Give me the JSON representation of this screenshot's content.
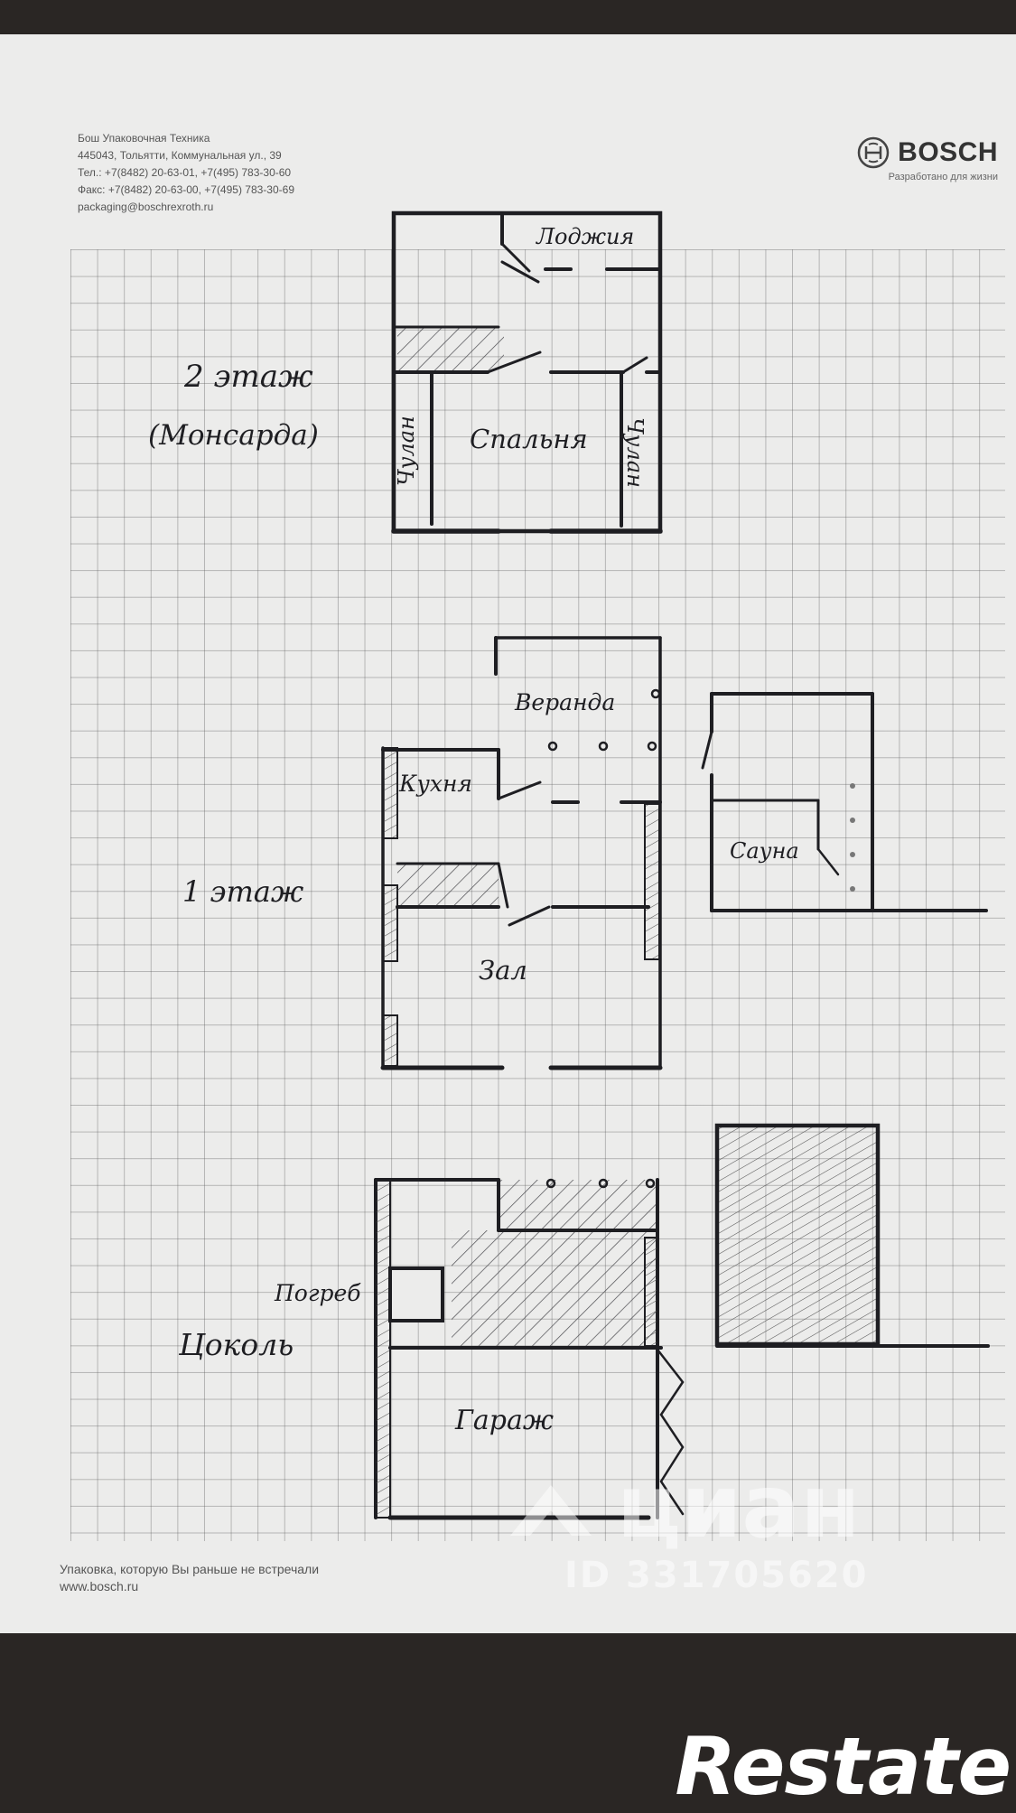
{
  "header": {
    "company": "Бош Упаковочная Техника",
    "address": "445043, Тольятти, Коммунальная ул., 39",
    "phone": "Тел.: +7(8482) 20-63-01, +7(495) 783-30-60",
    "fax": "Факс: +7(8482) 20-63-00, +7(495) 783-30-69",
    "email": "packaging@boschrexroth.ru"
  },
  "brand": {
    "name": "BOSCH",
    "tagline": "Разработано для жизни"
  },
  "footer": {
    "line1": "Упаковка, которую Вы раньше не встречали",
    "line2": "www.bosch.ru"
  },
  "floors": {
    "second": {
      "title": "2 этаж",
      "subtitle": "(Монсарда)"
    },
    "first": {
      "title": "1 этаж"
    },
    "basement": {
      "title": "Цоколь"
    }
  },
  "rooms": {
    "loggia": "Лоджия",
    "bedroom": "Спальня",
    "closet_left": "Чулан",
    "closet_right": "Чулан",
    "veranda": "Веранда",
    "kitchen": "Кухня",
    "sauna": "Сауна",
    "hall": "Зал",
    "cellar": "Погреб",
    "garage": "Гараж"
  },
  "watermarks": {
    "cian": "циан",
    "cian_id": "ID 331705620",
    "restate": "Restate"
  },
  "colors": {
    "paper": "#ececeb",
    "ink": "#1e1e22",
    "background": "#2a2624"
  }
}
